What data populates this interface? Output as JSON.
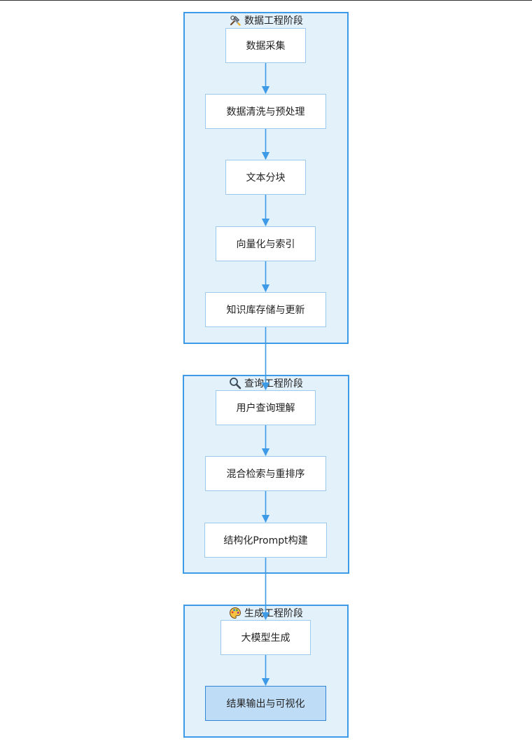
{
  "stages": [
    {
      "id": "data",
      "title": "数据工程阶段",
      "icon": "tools-icon",
      "nodes": [
        "数据采集",
        "数据清洗与预处理",
        "文本分块",
        "向量化与索引",
        "知识库存储与更新"
      ]
    },
    {
      "id": "query",
      "title": "查询工程阶段",
      "icon": "magnifier-icon",
      "nodes": [
        "用户查询理解",
        "混合检索与重排序",
        "结构化Prompt构建"
      ]
    },
    {
      "id": "generation",
      "title": "生成工程阶段",
      "icon": "palette-icon",
      "nodes": [
        "大模型生成",
        "结果输出与可视化"
      ]
    }
  ],
  "colors": {
    "stage_fill": "#e3f1fb",
    "stage_border": "#3d9ae6",
    "node_fill": "#ffffff",
    "node_border": "#9cc9ec",
    "final_fill": "#bfdcf7",
    "edge": "#3d9ae6"
  }
}
